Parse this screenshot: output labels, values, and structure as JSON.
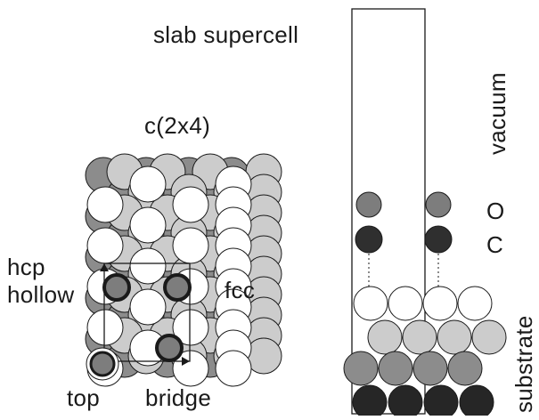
{
  "title": "slab supercell",
  "surface_label": "c(2x4)",
  "site_labels": {
    "hcp": "hcp",
    "hollow": "hollow",
    "fcc": "fcc",
    "top": "top",
    "bridge": "bridge"
  },
  "slab_labels": {
    "vacuum": "vacuum",
    "oxygen": "O",
    "carbon": "C",
    "substrate": "substrate"
  },
  "colors": {
    "first_layer": "#ffffff",
    "second_layer": "#cccccc",
    "third_layer": "#8c8c8c",
    "adsorbate": "#7d7d7d",
    "carbon": "#2f2f2f",
    "deep_layer": "#262626",
    "outline": "#1a1a1a"
  }
}
